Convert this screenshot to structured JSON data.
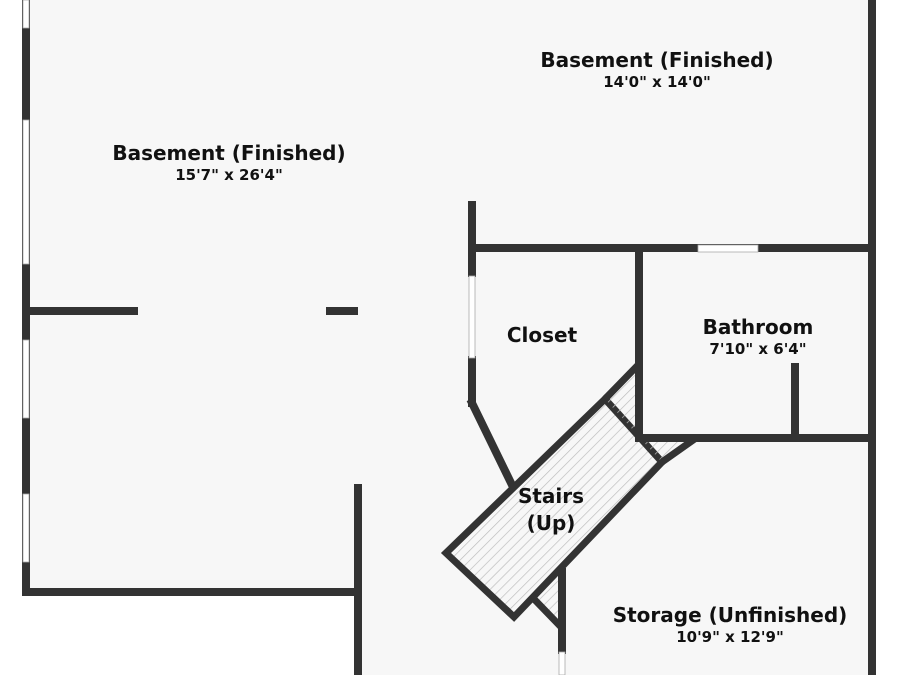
{
  "colors": {
    "floor": "#f7f7f7",
    "wall": "#333333",
    "window": "#ffffff",
    "stairs": "#bdbdbd",
    "text": "#111111"
  },
  "rooms": {
    "basement_east": {
      "name": "Basement (Finished)",
      "dims": "14'0\" x 14'0\""
    },
    "basement_west": {
      "name": "Basement (Finished)",
      "dims": "15'7\" x 26'4\""
    },
    "closet": {
      "name": "Closet"
    },
    "bathroom": {
      "name": "Bathroom",
      "dims": "7'10\" x 6'4\""
    },
    "stairs": {
      "name_line1": "Stairs",
      "name_line2": "(Up)"
    },
    "storage": {
      "name": "Storage (Unfinished)",
      "dims": "10'9\" x 12'9\""
    }
  }
}
